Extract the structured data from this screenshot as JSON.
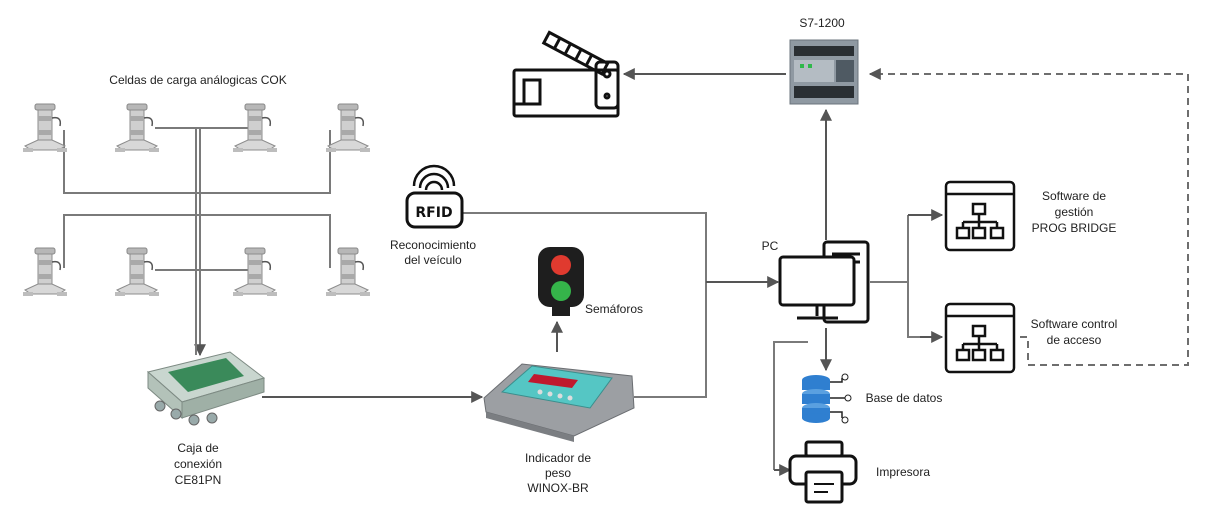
{
  "labels": {
    "load_cells": "Celdas de carga análogicas COK",
    "plc": "S7-1200",
    "rfid_icon_text": "RFID",
    "rfid_line1": "Reconocimiento",
    "rfid_line2": "del veículo",
    "traffic_light": "Semáforos",
    "pc": "PC",
    "software_mgmt_line1": "Software de",
    "software_mgmt_line2": "gestión",
    "software_mgmt_line3": "PROG BRIDGE",
    "software_access_line1": "Software control",
    "software_access_line2": "de acceso",
    "database": "Base de datos",
    "printer": "Impresora",
    "junction_line1": "Caja de",
    "junction_line2": "conexión",
    "junction_line3": "CE81PN",
    "indicator_line1": "Indicador de",
    "indicator_line2": "peso",
    "indicator_line3": "WINOX-BR"
  },
  "colors": {
    "wire": "#7a7a7a",
    "dashed": "#6e6e6e",
    "icon_stroke": "#111111",
    "plc_body": "#9aa3ab",
    "db_blue": "#2f7fd0",
    "red_light": "#e03a2f",
    "green_light": "#35b44a",
    "indicator_display": "#c0182d",
    "junction_green": "#3a8a5a"
  },
  "icons": [
    "load-cell-icon",
    "barrier-gate-icon",
    "plc-icon",
    "rfid-icon",
    "traffic-light-icon",
    "junction-box-icon",
    "weight-indicator-icon",
    "pc-icon",
    "software-window-icon",
    "database-icon",
    "printer-icon"
  ]
}
